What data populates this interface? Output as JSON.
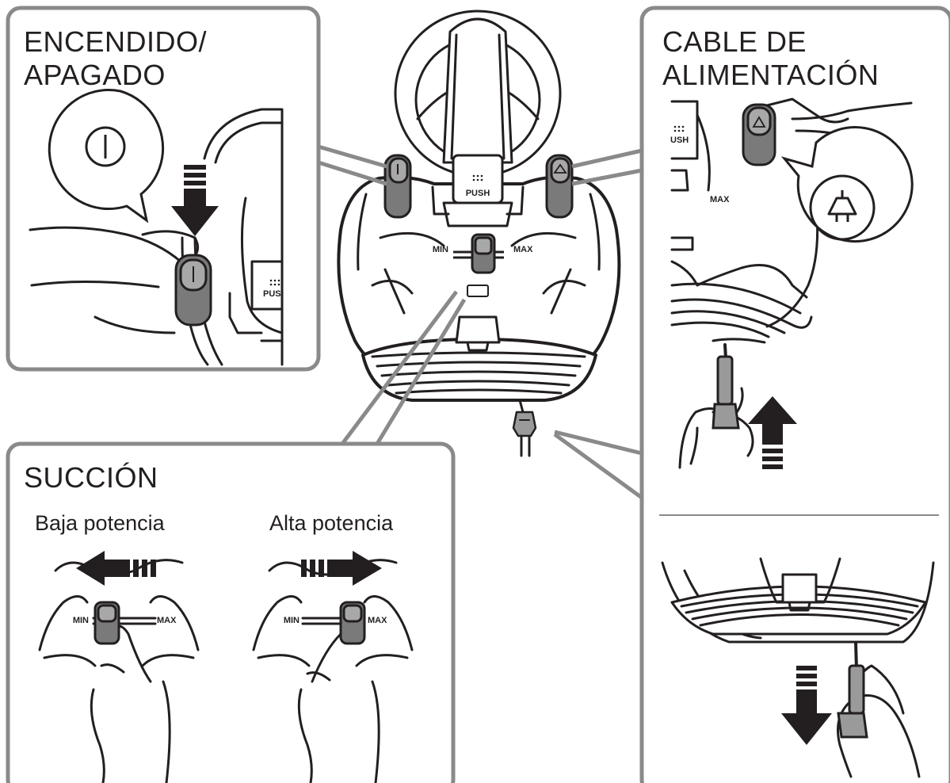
{
  "panels": {
    "power": {
      "title_line1": "ENCENDIDO/",
      "title_line2": "APAGADO"
    },
    "cord": {
      "title_line1": "CABLE DE",
      "title_line2": "ALIMENTACIÓN"
    },
    "suction": {
      "title": "SUCCIÓN",
      "low_label": "Baja potencia",
      "high_label": "Alta potencia"
    }
  },
  "device_labels": {
    "push": "PUSH",
    "push_cropped_left": "PUSI",
    "push_cropped_right": "USH",
    "min": "MIN",
    "max": "MAX"
  },
  "colors": {
    "outline": "#231f20",
    "callout_border": "#8a8a8a",
    "button_fill": "#7a7a7a",
    "button_light": "#a8a8a8",
    "background": "#ffffff"
  }
}
